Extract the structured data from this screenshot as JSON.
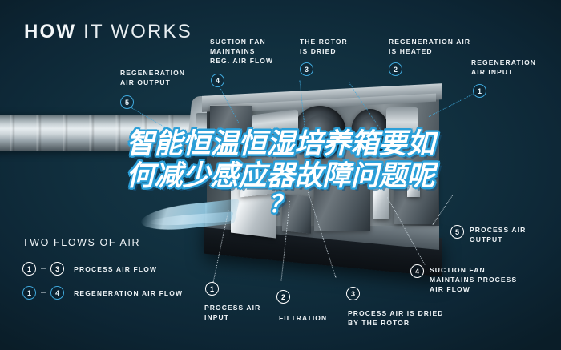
{
  "background_color": "#0e2a38",
  "accent_color": "#3fa9dd",
  "header": {
    "title_bold": "HOW",
    "title_light": " IT WORKS"
  },
  "overlay_headline": {
    "line1": "智能恒温恒湿培养箱要如",
    "line2": "何减少感应器故障问题呢",
    "line3": "？",
    "text_color": "#ffffff",
    "outline_color": "#2b9fd8"
  },
  "callouts": [
    {
      "id": "regeneration-air-output",
      "number": "5",
      "number_style": "blue",
      "text": "REGENERATION\nAIR OUTPUT"
    },
    {
      "id": "suction-fan-reg",
      "number": "4",
      "number_style": "blue",
      "text": "SUCTION FAN\nMAINTAINS\nREG. AIR FLOW"
    },
    {
      "id": "rotor-is-dried",
      "number": "3",
      "number_style": "blue",
      "text": "THE ROTOR\nIS DRIED"
    },
    {
      "id": "regeneration-air-heated",
      "number": "2",
      "number_style": "blue",
      "text": "REGENERATION AIR\nIS HEATED"
    },
    {
      "id": "regeneration-air-input",
      "number": "1",
      "number_style": "blue",
      "text": "REGENERATION\nAIR INPUT"
    },
    {
      "id": "process-air-output",
      "number": "5",
      "number_style": "white",
      "text": "PROCESS AIR\nOUTPUT"
    },
    {
      "id": "suction-fan-process",
      "number": "4",
      "number_style": "white",
      "text": "SUCTION FAN\nMAINTAINS PROCESS\nAIR FLOW"
    },
    {
      "id": "process-air-input",
      "number": "1",
      "number_style": "white",
      "text": "PROCESS AIR\nINPUT"
    },
    {
      "id": "filtration",
      "number": "2",
      "number_style": "white",
      "text": "FILTRATION"
    },
    {
      "id": "process-air-dried",
      "number": "3",
      "number_style": "white",
      "text": "PROCESS AIR IS DRIED\nBY THE ROTOR"
    }
  ],
  "legend": {
    "title": "TWO FLOWS OF AIR",
    "rows": [
      {
        "from": "1",
        "to": "3",
        "dash": "–",
        "label": "PROCESS AIR FLOW",
        "style": "white"
      },
      {
        "from": "1",
        "to": "4",
        "dash": "–",
        "label": "REGENERATION AIR FLOW",
        "style": "blue"
      }
    ]
  }
}
